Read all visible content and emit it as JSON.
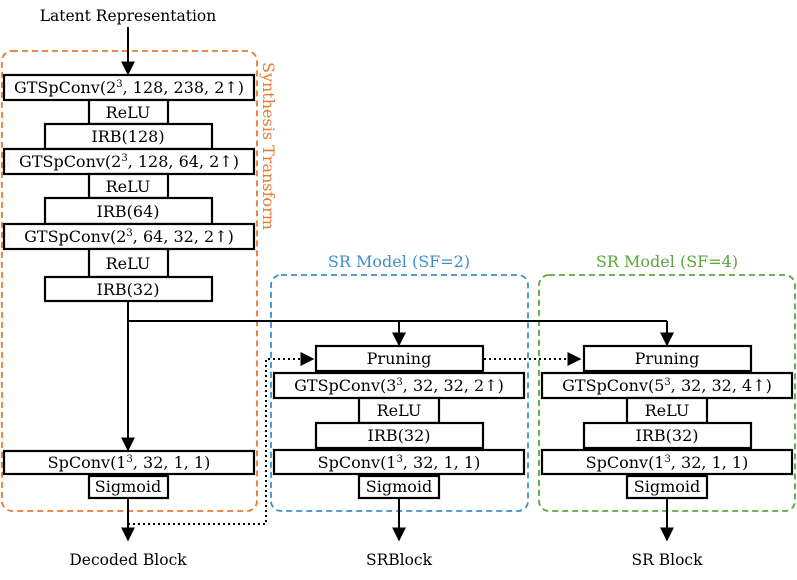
{
  "input_label": "Latent Representation",
  "colors": {
    "synthesis": "#e8792f",
    "sr2": "#3b8fd0",
    "sr4": "#56a83a"
  },
  "groups": {
    "synthesis": "Synthesis Transform",
    "sr2": "SR Model (SF=2)",
    "sr4": "SR Model (SF=4)"
  },
  "synthesis_blocks": {
    "gt1": {
      "pre": "GTSpConv(2",
      "sup": "3",
      "post": ", 128, 238, 2↑)"
    },
    "relu1": "ReLU",
    "irb1": "IRB(128)",
    "gt2": {
      "pre": "GTSpConv(2",
      "sup": "3",
      "post": ", 128, 64, 2↑)"
    },
    "relu2": "ReLU",
    "irb2": "IRB(64)",
    "gt3": {
      "pre": "GTSpConv(2",
      "sup": "3",
      "post": ", 64, 32, 2↑)"
    },
    "relu3": "ReLU",
    "irb3": "IRB(32)",
    "spconv": {
      "pre": "SpConv(1",
      "sup": "3",
      "post": ", 32, 1, 1)"
    },
    "sigmoid": "Sigmoid"
  },
  "sr2_blocks": {
    "pruning": "Pruning",
    "gt": {
      "pre": "GTSpConv(3",
      "sup": "3",
      "post": ", 32, 32, 2↑)"
    },
    "relu": "ReLU",
    "irb": "IRB(32)",
    "spconv": {
      "pre": "SpConv(1",
      "sup": "3",
      "post": ", 32, 1, 1)"
    },
    "sigmoid": "Sigmoid"
  },
  "sr4_blocks": {
    "pruning": "Pruning",
    "gt": {
      "pre": "GTSpConv(5",
      "sup": "3",
      "post": ", 32, 32, 4↑)"
    },
    "relu": "ReLU",
    "irb": "IRB(32)",
    "spconv": {
      "pre": "SpConv(1",
      "sup": "3",
      "post": ", 32, 1, 1)"
    },
    "sigmoid": "Sigmoid"
  },
  "outputs": {
    "decoded": "Decoded Block",
    "sr2": "SRBlock",
    "sr4": "SR Block"
  }
}
